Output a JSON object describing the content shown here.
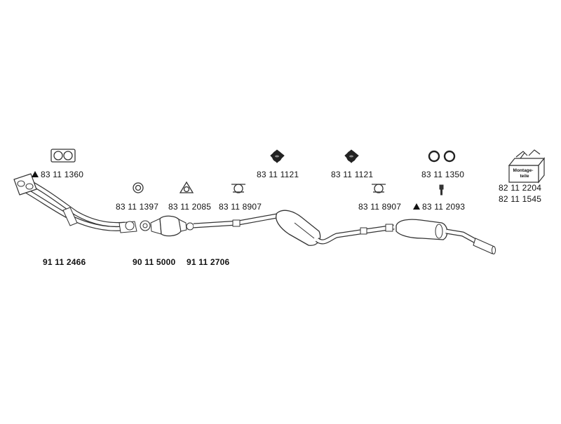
{
  "colors": {
    "line": "#333333",
    "fill": "#ffffff",
    "dark": "#222222",
    "text": "#111111"
  },
  "icons": {
    "flange_gasket": "double-ring-gasket-icon",
    "ring": "ring-icon",
    "triangle_gasket": "triangle-gasket-icon",
    "clamp": "u-clamp-icon",
    "rubber_mount": "rubber-mount-icon",
    "o_rings": "o-ring-pair-icon",
    "bolt": "bolt-icon",
    "mounting_kit": "mounting-kit-box-icon",
    "warning": "triangle-marker-icon"
  },
  "mounting_kit_text": [
    "Montage-",
    "teile"
  ],
  "parts": {
    "flange_gasket": "83 11 1360",
    "ring_left": "83 11 1397",
    "triangle_gasket": "83 11 2085",
    "clamp_left": "83 11 8907",
    "mount_left": "83 11 1121",
    "mount_right": "83 11 1121",
    "clamp_right": "83 11 8907",
    "o_rings": "83 11 1350",
    "bolt": "83 11 2093",
    "kit_1": "82 11 2204",
    "kit_2": "82 11 1545",
    "front_pipe": "91 11 2466",
    "catalyst": "90 11 5000",
    "middle_section": "91 11 2706"
  }
}
